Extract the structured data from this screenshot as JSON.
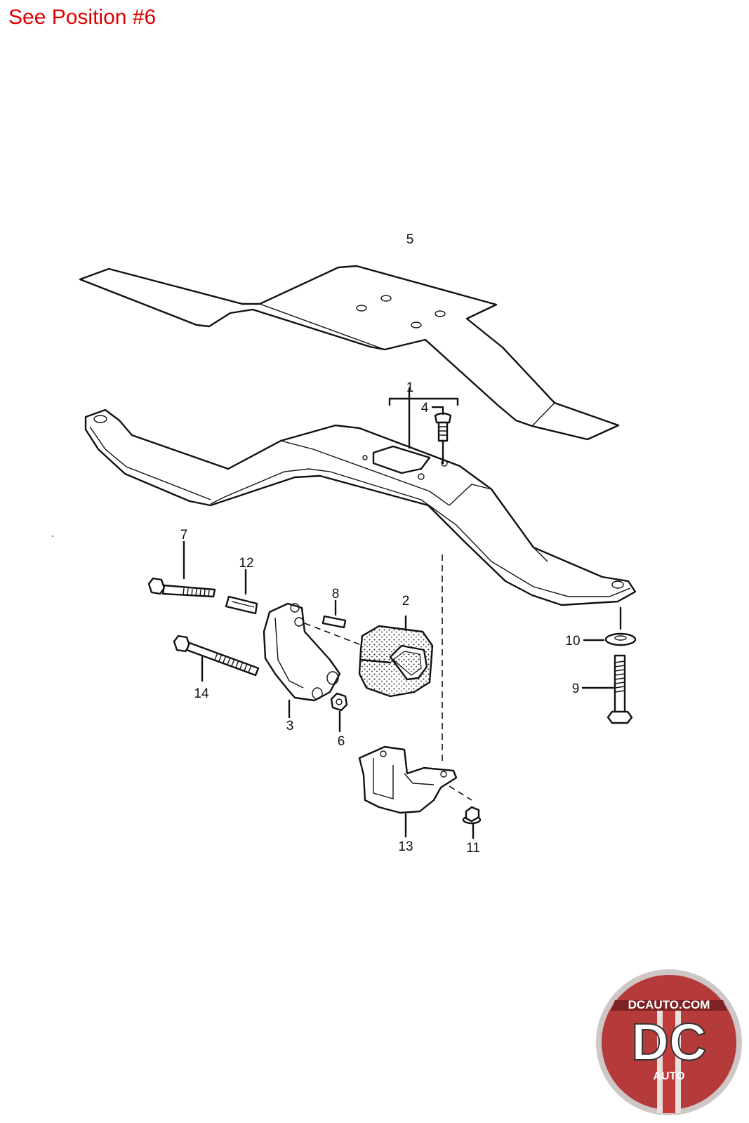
{
  "caption": "See Position #6",
  "callouts": {
    "c1": "1",
    "c2": "2",
    "c3": "3",
    "c4": "4",
    "c5": "5",
    "c6": "6",
    "c7": "7",
    "c8": "8",
    "c9": "9",
    "c10": "10",
    "c11": "11",
    "c12": "12",
    "c13": "13",
    "c14": "14"
  },
  "logo": {
    "site": "DCAUTO.COM",
    "monogram": "DC",
    "word": "AUTO",
    "colors": {
      "ring": "#cfc6c6",
      "field": "#b53a3a",
      "stripe": "#e8e0dc"
    }
  },
  "colors": {
    "caption": "#e00000",
    "line": "#111111"
  }
}
